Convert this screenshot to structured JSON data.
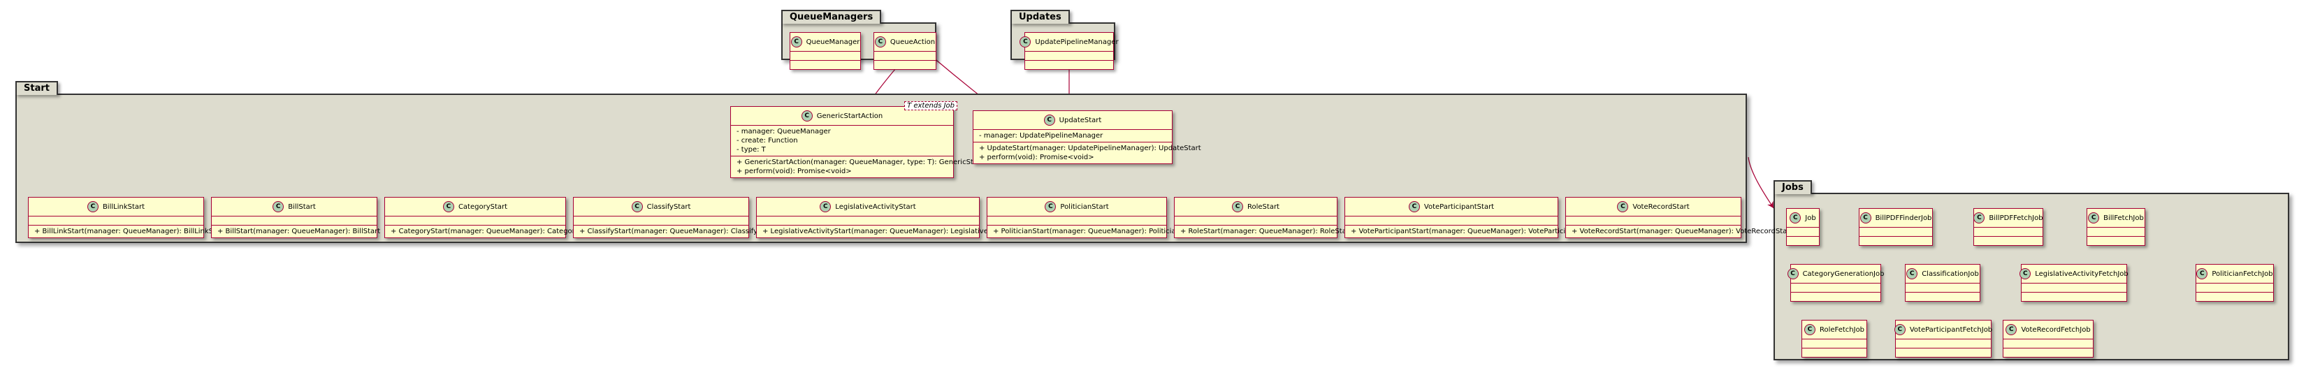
{
  "packages": {
    "queue_managers": {
      "name": "QueueManagers"
    },
    "updates": {
      "name": "Updates"
    },
    "start": {
      "name": "Start"
    },
    "jobs": {
      "name": "Jobs"
    }
  },
  "classes": {
    "queue_manager": {
      "name": "QueueManager",
      "stereotype": "C"
    },
    "queue_action": {
      "name": "QueueAction",
      "stereotype": "C"
    },
    "update_pipeline_manager": {
      "name": "UpdatePipelineManager",
      "stereotype": "C"
    },
    "generic_start_action": {
      "name": "GenericStartAction",
      "stereotype": "C",
      "type_param": "T extends Job",
      "fields": [
        "- manager: QueueManager",
        "- create: Function",
        "- type: T"
      ],
      "methods": [
        "+ GenericStartAction(manager: QueueManager, type: T): GenericStartAction",
        "+ perform(void): Promise<void>"
      ]
    },
    "update_start": {
      "name": "UpdateStart",
      "stereotype": "C",
      "fields": [
        "- manager: UpdatePipelineManager"
      ],
      "methods": [
        "+ UpdateStart(manager: UpdatePipelineManager): UpdateStart",
        "+ perform(void): Promise<void>"
      ]
    },
    "bill_link_start": {
      "name": "BillLinkStart",
      "stereotype": "C",
      "methods": [
        "+ BillLinkStart(manager: QueueManager): BillLinkStart"
      ]
    },
    "bill_start": {
      "name": "BillStart",
      "stereotype": "C",
      "methods": [
        "+ BillStart(manager: QueueManager): BillStart"
      ]
    },
    "category_start": {
      "name": "CategoryStart",
      "stereotype": "C",
      "methods": [
        "+ CategoryStart(manager: QueueManager): CategoryStart"
      ]
    },
    "classify_start": {
      "name": "ClassifyStart",
      "stereotype": "C",
      "methods": [
        "+ ClassifyStart(manager: QueueManager): ClassifyStart"
      ]
    },
    "legislative_activity_start": {
      "name": "LegislativeActivityStart",
      "stereotype": "C",
      "methods": [
        "+ LegislativeActivityStart(manager: QueueManager): LegislativeActivityStart"
      ]
    },
    "politician_start": {
      "name": "PoliticianStart",
      "stereotype": "C",
      "methods": [
        "+ PoliticianStart(manager: QueueManager): PoliticianStart"
      ]
    },
    "role_start": {
      "name": "RoleStart",
      "stereotype": "C",
      "methods": [
        "+ RoleStart(manager: QueueManager): RoleStart"
      ]
    },
    "vote_participant_start": {
      "name": "VoteParticipantStart",
      "stereotype": "C",
      "methods": [
        "+ VoteParticipantStart(manager: QueueManager): VoteParticipantStart"
      ]
    },
    "vote_record_start": {
      "name": "VoteRecordStart",
      "stereotype": "C",
      "methods": [
        "+ VoteRecordStart(manager: QueueManager): VoteRecordStart"
      ]
    },
    "job": {
      "name": "Job",
      "stereotype": "C"
    },
    "bill_pdf_finder_job": {
      "name": "BillPDFFinderJob",
      "stereotype": "C"
    },
    "bill_pdf_fetch_job": {
      "name": "BillPDFFetchJob",
      "stereotype": "C"
    },
    "bill_fetch_job": {
      "name": "BillFetchJob",
      "stereotype": "C"
    },
    "category_generation_job": {
      "name": "CategoryGenerationJob",
      "stereotype": "C"
    },
    "classification_job": {
      "name": "ClassificationJob",
      "stereotype": "C"
    },
    "legislative_activity_fetch_job": {
      "name": "LegislativeActivityFetchJob",
      "stereotype": "C"
    },
    "politician_fetch_job": {
      "name": "PoliticianFetchJob",
      "stereotype": "C"
    },
    "role_fetch_job": {
      "name": "RoleFetchJob",
      "stereotype": "C"
    },
    "vote_participant_fetch_job": {
      "name": "VoteParticipantFetchJob",
      "stereotype": "C"
    },
    "vote_record_fetch_job": {
      "name": "VoteRecordFetchJob",
      "stereotype": "C"
    }
  },
  "colors": {
    "class_fill": "#fefece",
    "class_border": "#a80036",
    "package_fill": "#dddcce",
    "circle_fill": "#add1b2"
  }
}
